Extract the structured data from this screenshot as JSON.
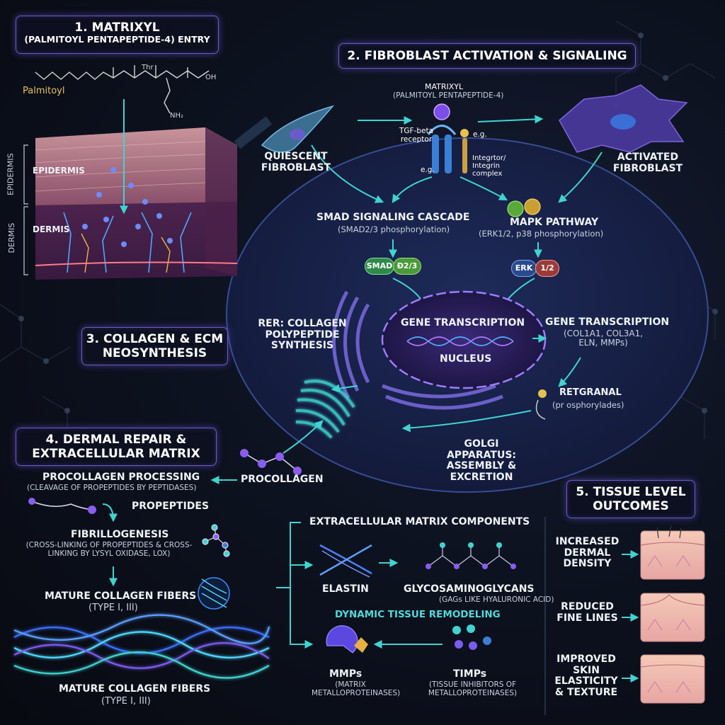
{
  "sections": {
    "s1": {
      "title": "1. MATRIXYL",
      "subtitle": "(PALMITOYL PENTAPEPTIDE-4) ENTRY"
    },
    "s2": {
      "title": "2. FIBROBLAST ACTIVATION & SIGNALING"
    },
    "s3": {
      "title": "3. COLLAGEN & ECM",
      "title2": "NEOSYNTHESIS"
    },
    "s4": {
      "title": "4. DERMAL REPAIR &",
      "title2": "EXTRACELLULAR MATRIX"
    },
    "s5": {
      "title": "5. TISSUE LEVEL",
      "title2": "OUTCOMES"
    }
  },
  "molecule": {
    "palmitoyl": "Palmitoyl",
    "thr": "Thr",
    "nh2": "NH₂",
    "oh": "OH"
  },
  "skin": {
    "epidermis_label": "EPIDERMIS",
    "dermis_label": "DERMIS",
    "side_epidermis": "EPIDERMIS",
    "side_dermis": "DERMIS"
  },
  "signaling": {
    "matrixyl": "MATRIXYL",
    "matrixyl_sub": "(PALMITOYL PENTAPEPTIDE-4)",
    "tgf_receptor": "TGF-beta receptor",
    "eg1": "e.g.",
    "eg2": "e.g.",
    "integrin": "Integrtor/ Integrin complex",
    "quiescent": "QUIESCENT FIBROBLAST",
    "activated": "ACTIVATED FIBROBLAST",
    "smad_title": "SMAD SIGNALING CASCADE",
    "smad_sub": "(SMAD2/3 phosphorylation)",
    "mapk_title": "MAPK PATHWAY",
    "mapk_sub": "(ERK1/2, p38 phosphorylation)",
    "smad_pill_left": "SMAD",
    "smad_pill_right": "Ð2/3",
    "erk_pill_left": "ERK",
    "erk_pill_right": "1/2"
  },
  "cell": {
    "rer": "RER: COLLAGEN POLYPEPTIDE SYNTHESIS",
    "gene_inside": "GENE TRANSCRIPTION",
    "nucleus": "NUCLEUS",
    "gene_outside": "GENE TRANSCRIPTION",
    "gene_outside_sub": "(COL1A1, COL3A1, ELN, MMPs)",
    "retgranal": "RETGRANAL",
    "retgranal_sub": "(pr osphorylades)",
    "golgi": "GOLGI APPARATUS: ASSEMBLY & EXCRETION"
  },
  "repair": {
    "procollagen": "PROCOLLAGEN",
    "processing": "PROCOLLAGEN PROCESSING",
    "processing_sub": "(CLEAVAGE OF PROPEPTIDES BY PEPTIDASES)",
    "propeptides": "PROPEPTIDES",
    "fibrillogenesis": "FIBRILLOGENESIS",
    "fibrillogenesis_sub": "(CROSS-LINKING OF PROPEPTIDES & CROSS-LINKING BY LYSYL OXIDASE, LOX)",
    "mature1": "MATURE COLLAGEN FIBERS",
    "mature1_sub": "(TYPE I, III)",
    "mature2": "MATURE COLLAGEN FIBERS",
    "mature2_sub": "(TYPE I, III)"
  },
  "ecm": {
    "title": "EXTRACELLULAR MATRIX COMPONENTS",
    "elastin": "ELASTIN",
    "gag": "GLYCOSAMINOGLYCANS",
    "gag_sub": "(GAGs LIKE HYALURONIC ACID)",
    "remodeling": "DYNAMIC TISSUE REMODELING",
    "mmps": "MMPs",
    "mmps_sub": "(MATRIX METALLOPROTEINASES)",
    "timps": "TIMPs",
    "timps_sub": "(TISSUE INHIBITORS OF METALLOPROTEINASES)"
  },
  "outcomes": {
    "o1": "INCREASED DERMAL DENSITY",
    "o2": "REDUCED FINE LINES",
    "o3": "IMPROVED SKIN ELASTICITY & TEXTURE"
  },
  "colors": {
    "arrow": "#3fd4d0",
    "box_border": "#6a5cc8",
    "cell": "#1b2450",
    "nucleus": "#2a1f5a"
  }
}
